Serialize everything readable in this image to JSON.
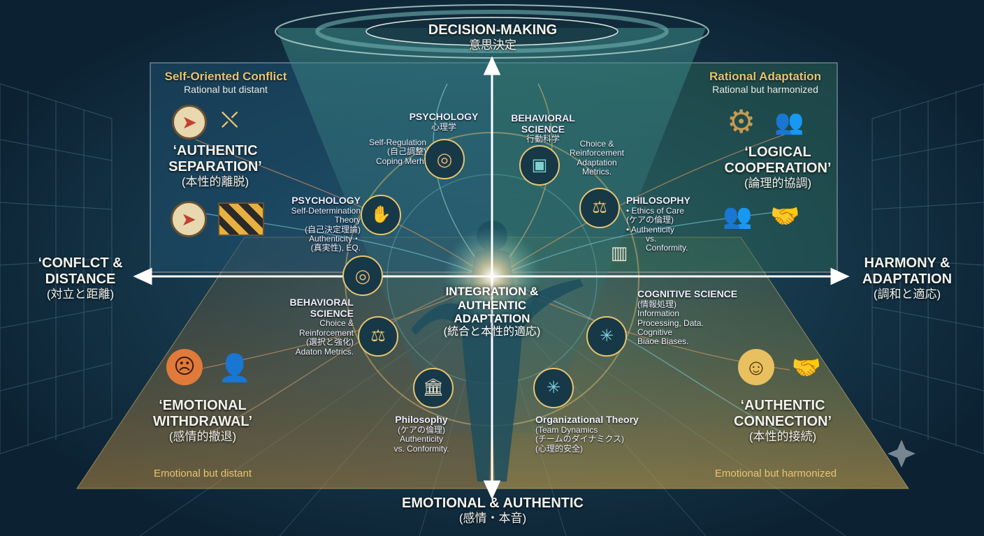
{
  "axes": {
    "top": {
      "title": "DECISION-MAKING",
      "jp": "意思決定"
    },
    "bottom": {
      "title": "EMOTIONAL & AUTHENTIC",
      "jp": "(感情・本音)"
    },
    "left": {
      "title": "‘CONFLCT & DISTANCE",
      "jp": "(対立と距離)"
    },
    "right": {
      "title": "HARMONY & ADAPTATION",
      "jp": "(調和と適応)"
    }
  },
  "quadrants": {
    "top_left": {
      "heading": "Self-Oriented Conflict",
      "sub": "Rational but distant",
      "name": "‘AUTHENTIC SEPARATION’",
      "jp": "(本性的離脱)"
    },
    "top_right": {
      "heading": "Rational Adaptation",
      "sub": "Rational but harmonized",
      "name": "‘LOGICAL COOPERATION’",
      "jp": "(論理的協調)"
    },
    "bottom_left": {
      "name": "‘EMOTIONAL WITHDRAWAL’",
      "jp": "(感情的撤退)",
      "footer": "Emotional but distant"
    },
    "bottom_right": {
      "name": "‘AUTHENTIC CONNECTION’",
      "jp": "(本性的接続)",
      "footer": "Emotional but harmonized"
    }
  },
  "center": {
    "title": "INTEGRATION & AUTHENTIC ADAPTATION",
    "jp": "(統合と本性的適応)"
  },
  "disciplines": {
    "psych_top": {
      "title": "PSYCHOLOGY",
      "jp": "心理学",
      "l1": "Self-Regulation",
      "l2": "(自己調整)",
      "l3": "Coping Merh."
    },
    "psych_mid": {
      "title": "PSYCHOLOGY",
      "l1": "Self-Determination",
      "l2": "Theory",
      "l3": "(自己決定理論)",
      "l4": "Authenticity・",
      "l5": "(真実性), EQ."
    },
    "beh_top": {
      "title": "BEHAVIORAL",
      "t2": "SCIENCE",
      "jp": "行動科学",
      "l1": "Choice &",
      "l2": "Reinforcement",
      "l3": "Adaptation",
      "l4": "Metrics."
    },
    "phil_top": {
      "title": "PHILOSOPHY",
      "l1": "• Ethics of Care",
      "l2": "(ケアの倫理)",
      "l3": "• Authenticity",
      "l4": "vs.",
      "l5": "Conformity."
    },
    "beh_low": {
      "title": "BEHAVIORAL SCIENCE",
      "l1": "Choice &",
      "l2": "Reinforcement",
      "l3": "(選択と強化)",
      "l4": "Adaton Metrics."
    },
    "cog": {
      "title": "COGNITIVE SCIENCE",
      "l1": "(情報処理)",
      "l2": "Information",
      "l3": "Processing, Data.",
      "l4": "Cognitive",
      "l5": "Biaoe Biases."
    },
    "phil_low": {
      "title": "Philosophy",
      "l1": "(ケアの倫理)",
      "l2": "Authenticity",
      "l3": "vs. Conformity."
    },
    "org": {
      "title": "Organizational Theory",
      "l1": "(Team Dynamics",
      "l2": "(チームのダイナミクス)",
      "l3": "(心理的安全)"
    }
  },
  "colors": {
    "accent": "#e8c470",
    "teal": "#4fb8b0",
    "arrow": "#ffffff"
  },
  "icons": [
    "compass-icon",
    "barrier-icon",
    "gear-icon",
    "team-icon",
    "hand-heart-icon",
    "brain-icon",
    "puzzle-icon",
    "scales-icon",
    "book-icon",
    "network-icon",
    "pillar-icon",
    "angry-face-icon",
    "person-icon",
    "smile-face-icon",
    "handshake-icon"
  ]
}
